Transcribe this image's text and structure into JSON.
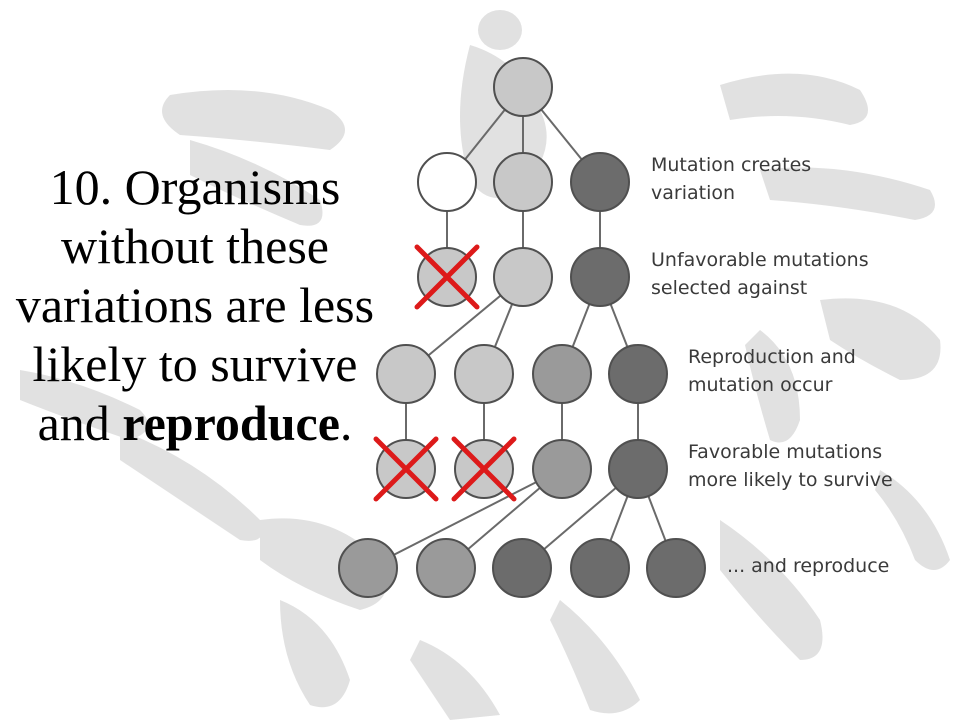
{
  "slide": {
    "text_main": "10. Organisms without these variations are less likely to survive and ",
    "text_emphasis": "reproduce",
    "text_end": "."
  },
  "diagram": {
    "labels": {
      "mutation_1": "Mutation creates",
      "mutation_2": "variation",
      "unfavorable_1": "Unfavorable mutations",
      "unfavorable_2": "selected against",
      "reproduction_1": "Reproduction and",
      "reproduction_2": "mutation occur",
      "favorable_1": "Favorable mutations",
      "favorable_2": "more likely to survive",
      "reproduce": "... and reproduce"
    },
    "colors": {
      "white": "#ffffff",
      "light": "#c8c8c8",
      "medium": "#9a9a9a",
      "dark": "#6c6c6c",
      "outline": "#505050",
      "line": "#6a6a6a",
      "cross": "#dd1a1a",
      "background_art": "#dcdcdc"
    }
  }
}
